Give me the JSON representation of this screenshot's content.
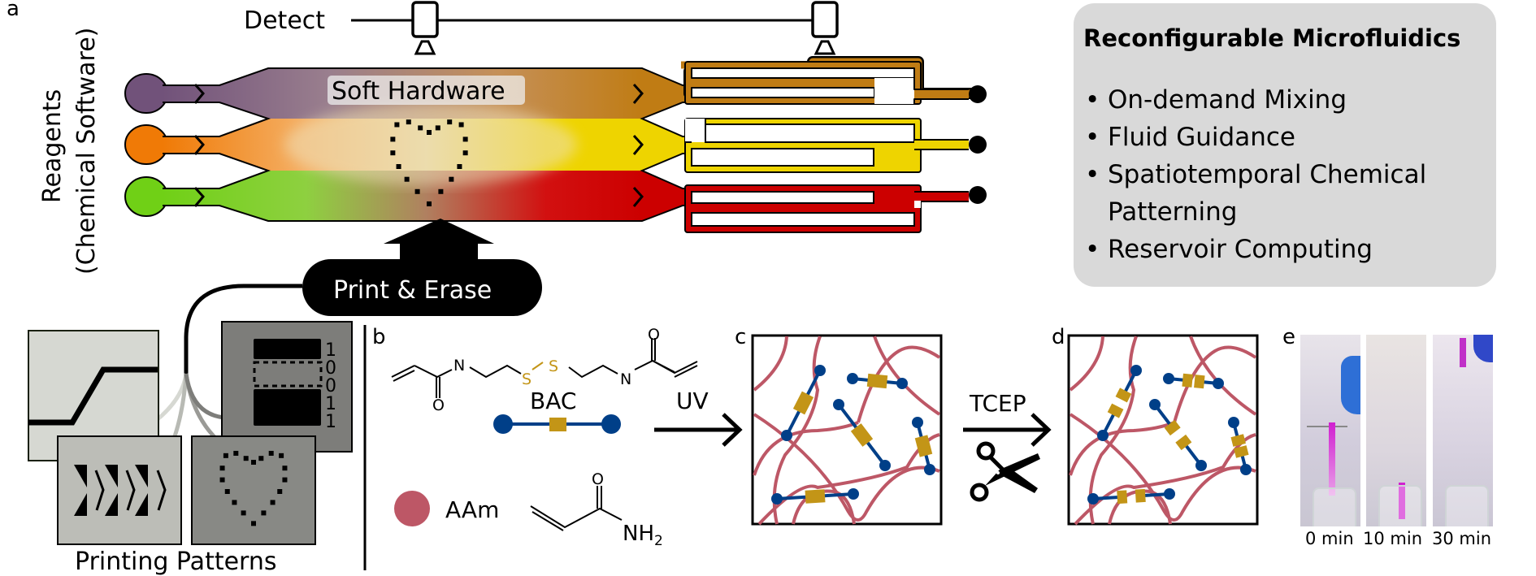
{
  "panels": {
    "a": "a",
    "b": "b",
    "c": "c",
    "d": "d",
    "e": "e"
  },
  "panel_a": {
    "y_axis_label_line1": "Reagents",
    "y_axis_label_line2": "(Chemical Software)",
    "detect_label": "Detect",
    "soft_hardware_label": "Soft Hardware",
    "print_erase_label": "Print & Erase",
    "printing_patterns_label": "Printing Patterns",
    "binary_digits": [
      "1",
      "0",
      "0",
      "1",
      "1"
    ],
    "reagent_colors": {
      "purple": "#71527a",
      "orange": "#f07a06",
      "green": "#70d016"
    },
    "outlet_colors": {
      "top": "#c07c14",
      "middle": "#eed400",
      "bottom": "#cc0000"
    }
  },
  "info_box": {
    "title": "Reconfigurable Microfluidics",
    "items": [
      "On-demand Mixing",
      "Fluid Guidance",
      "Spatiotemporal Chemical\nPatterning",
      "Reservoir Computing"
    ]
  },
  "panel_b": {
    "bac_label": "BAC",
    "aam_label": "AAm",
    "uv_label": "UV",
    "atoms": {
      "N": "N",
      "S": "S",
      "O": "O",
      "NH": "NH",
      "sub2": "2"
    },
    "colors": {
      "crosslinker": "#003f88",
      "disulfide": "#c39517",
      "polymer": "#bd5766"
    }
  },
  "panel_c_d": {
    "tcep_label": "TCEP"
  },
  "panel_e": {
    "time_labels": [
      "0 min",
      "10 min",
      "30 min"
    ]
  }
}
